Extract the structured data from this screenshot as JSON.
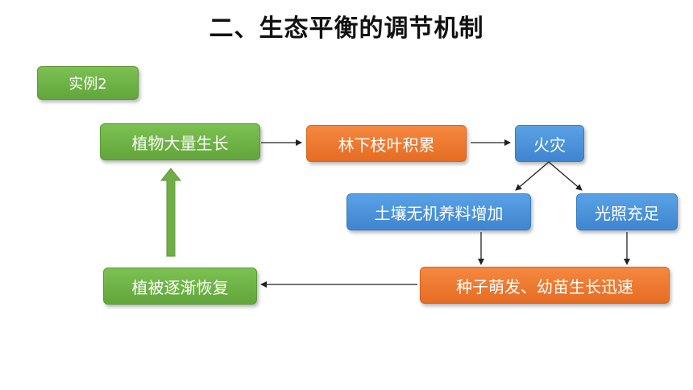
{
  "title": "二、生态平衡的调节机制",
  "example_label": "实例2",
  "nodes": {
    "plant_growth": "植物大量生长",
    "litter_accumulation": "林下枝叶积累",
    "fire": "火灾",
    "soil_nutrients": "土壤无机养料增加",
    "sunlight": "光照充足",
    "seed_germination": "种子萌发、幼苗生长迅速",
    "vegetation_recovery": "植被逐渐恢复"
  },
  "colors": {
    "green": "#6cb046",
    "orange": "#ed7a2e",
    "blue": "#4a90d9",
    "arrow": "#222222",
    "feedback_arrow": "#70ad47"
  }
}
